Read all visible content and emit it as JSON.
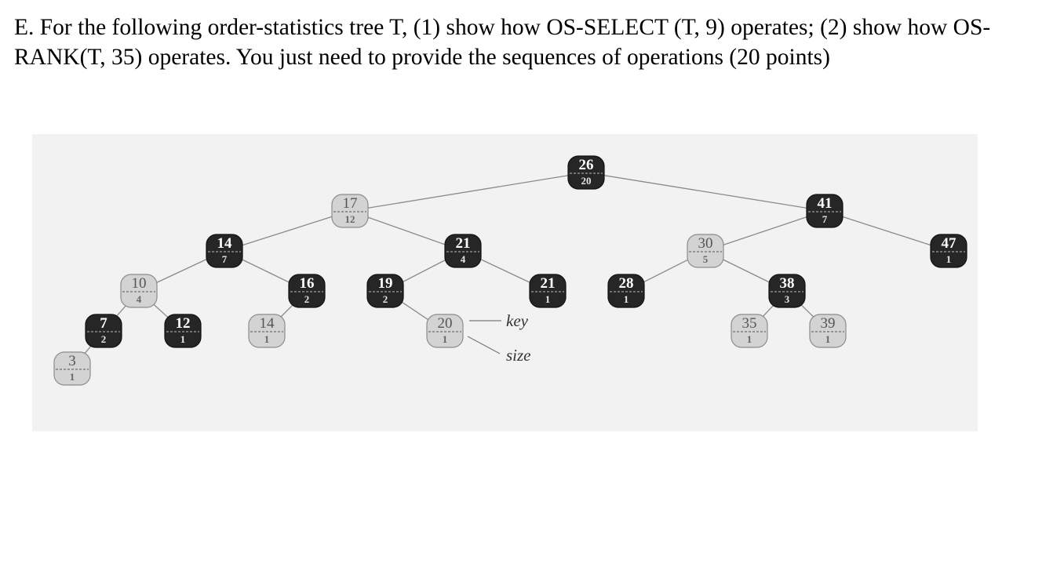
{
  "question": {
    "text": "E. For the following order-statistics tree T, (1) show how OS-SELECT (T, 9) operates; (2) show how OS-RANK(T, 35) operates. You just need to provide the sequences of operations (20 points)"
  },
  "colors": {
    "black_node_fill": "#262626",
    "red_node_fill": "#d3d3d3",
    "edge": "#8a8a8a",
    "figure_background": "#f2f2f2"
  },
  "tree": {
    "nodes": [
      {
        "id": "n26",
        "key": "26",
        "size": "20",
        "color": "black"
      },
      {
        "id": "n17",
        "key": "17",
        "size": "12",
        "color": "red"
      },
      {
        "id": "n41",
        "key": "41",
        "size": "7",
        "color": "black"
      },
      {
        "id": "n14",
        "key": "14",
        "size": "7",
        "color": "black"
      },
      {
        "id": "n21a",
        "key": "21",
        "size": "4",
        "color": "black"
      },
      {
        "id": "n30",
        "key": "30",
        "size": "5",
        "color": "red"
      },
      {
        "id": "n47",
        "key": "47",
        "size": "1",
        "color": "black"
      },
      {
        "id": "n10",
        "key": "10",
        "size": "4",
        "color": "red"
      },
      {
        "id": "n16",
        "key": "16",
        "size": "2",
        "color": "black"
      },
      {
        "id": "n19",
        "key": "19",
        "size": "2",
        "color": "black"
      },
      {
        "id": "n21b",
        "key": "21",
        "size": "1",
        "color": "black"
      },
      {
        "id": "n28",
        "key": "28",
        "size": "1",
        "color": "black"
      },
      {
        "id": "n38",
        "key": "38",
        "size": "3",
        "color": "black"
      },
      {
        "id": "n7",
        "key": "7",
        "size": "2",
        "color": "black"
      },
      {
        "id": "n12",
        "key": "12",
        "size": "1",
        "color": "black"
      },
      {
        "id": "n14b",
        "key": "14",
        "size": "1",
        "color": "red"
      },
      {
        "id": "n20",
        "key": "20",
        "size": "1",
        "color": "red"
      },
      {
        "id": "n35",
        "key": "35",
        "size": "1",
        "color": "red"
      },
      {
        "id": "n39",
        "key": "39",
        "size": "1",
        "color": "red"
      },
      {
        "id": "n3",
        "key": "3",
        "size": "1",
        "color": "red"
      }
    ],
    "edges": [
      [
        "n26",
        "n17"
      ],
      [
        "n26",
        "n41"
      ],
      [
        "n17",
        "n14"
      ],
      [
        "n17",
        "n21a"
      ],
      [
        "n41",
        "n30"
      ],
      [
        "n41",
        "n47"
      ],
      [
        "n14",
        "n10"
      ],
      [
        "n14",
        "n16"
      ],
      [
        "n21a",
        "n19"
      ],
      [
        "n21a",
        "n21b"
      ],
      [
        "n30",
        "n28"
      ],
      [
        "n30",
        "n38"
      ],
      [
        "n10",
        "n7"
      ],
      [
        "n10",
        "n12"
      ],
      [
        "n16",
        "n14b"
      ],
      [
        "n19",
        "n20"
      ],
      [
        "n38",
        "n35"
      ],
      [
        "n38",
        "n39"
      ],
      [
        "n7",
        "n3"
      ]
    ]
  },
  "legend": {
    "key_label": "key",
    "size_label": "size"
  }
}
